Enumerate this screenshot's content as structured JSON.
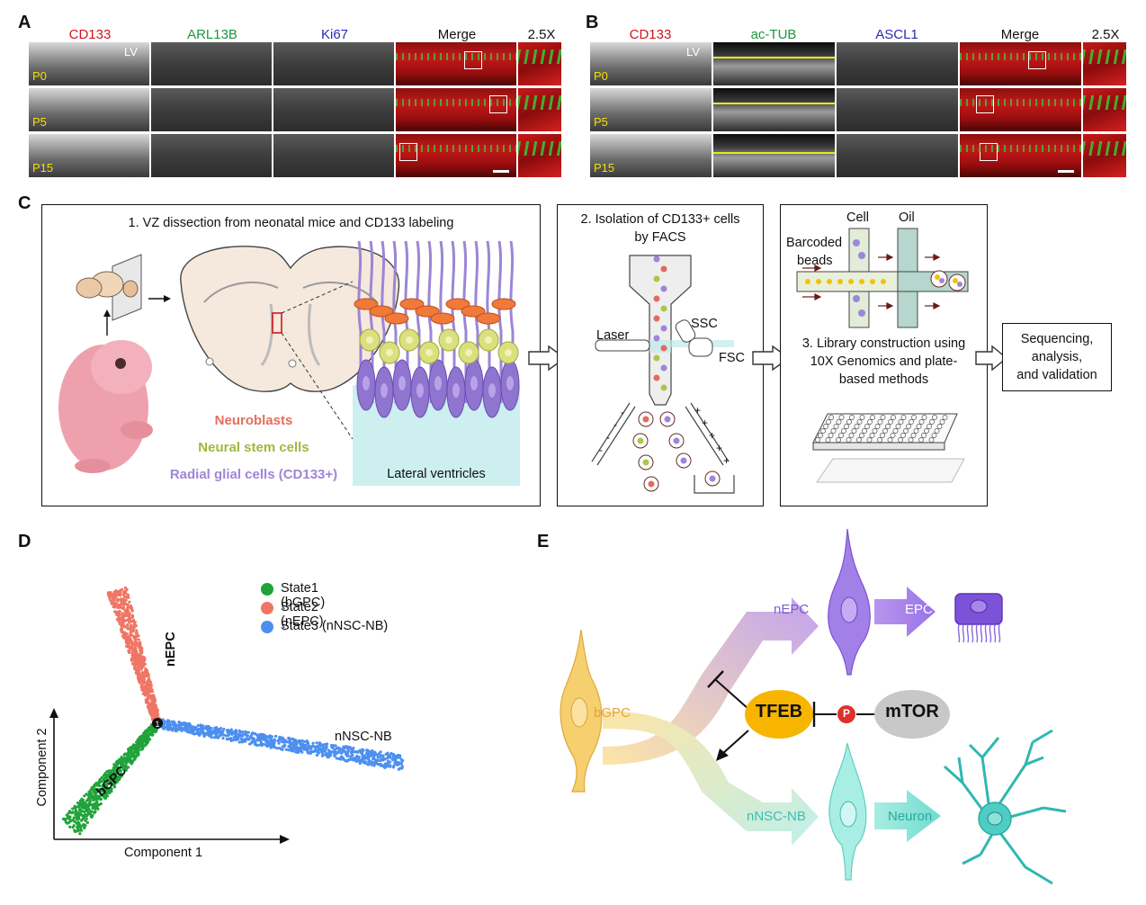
{
  "panel_a": {
    "label": "A",
    "columns": [
      {
        "text": "CD133",
        "color": "#d0151a"
      },
      {
        "text": "ARL13B",
        "color": "#1a9a3c"
      },
      {
        "text": "Ki67",
        "color": "#2a2ab8"
      },
      {
        "text": "Merge",
        "color": "#111111"
      },
      {
        "text": "2.5X",
        "color": "#111111"
      }
    ],
    "rows": [
      "P0",
      "P5",
      "P15"
    ],
    "lv": "LV"
  },
  "panel_b": {
    "label": "B",
    "columns": [
      {
        "text": "CD133",
        "color": "#d0151a"
      },
      {
        "text": "ac-TUB",
        "color": "#1a9a3c"
      },
      {
        "text": "ASCL1",
        "color": "#2a2ab8"
      },
      {
        "text": "Merge",
        "color": "#111111"
      },
      {
        "text": "2.5X",
        "color": "#111111"
      }
    ],
    "rows": [
      "P0",
      "P5",
      "P15"
    ],
    "lv": "LV"
  },
  "panel_c": {
    "label": "C",
    "step1_title": "1. VZ dissection from neonatal mice and CD133 labeling",
    "neuroblasts": "Neuroblasts",
    "neural_stem_cells": "Neural stem cells",
    "radial_glial": "Radial glial cells (CD133+)",
    "lateral_ventricles": "Lateral ventricles",
    "step2_title_line1": "2. Isolation of CD133+ cells",
    "step2_title_line2": "by FACS",
    "laser": "Laser",
    "ssc": "SSC",
    "fsc": "FSC",
    "cell": "Cell",
    "oil": "Oil",
    "barcoded": "Barcoded",
    "beads": "beads",
    "step3_line1": "3. Library construction using",
    "step3_line2": "10X Genomics and plate-",
    "step3_line3": "based methods",
    "final_line1": "Sequencing,",
    "final_line2": "analysis,",
    "final_line3": "and validation"
  },
  "panel_d": {
    "label": "D",
    "legend": [
      {
        "text": "State1 (bGPC)",
        "color": "#21a33b"
      },
      {
        "text": "State2 (nEPC)",
        "color": "#f07565"
      },
      {
        "text": "State3 (nNSC-NB)",
        "color": "#4d8ff0"
      }
    ],
    "branch_nepc": "nEPC",
    "branch_nnsc": "nNSC-NB",
    "branch_bgpc": "bGPC",
    "node": "1",
    "xlabel": "Component 1",
    "ylabel": "Component 2"
  },
  "panel_e": {
    "label": "E",
    "bgpc": "bGPC",
    "nepc": "nEPC",
    "epc": "EPC",
    "nnsc": "nNSC-NB",
    "neuron": "Neuron",
    "tfeb": "TFEB",
    "mtor": "mTOR",
    "p": "P"
  }
}
